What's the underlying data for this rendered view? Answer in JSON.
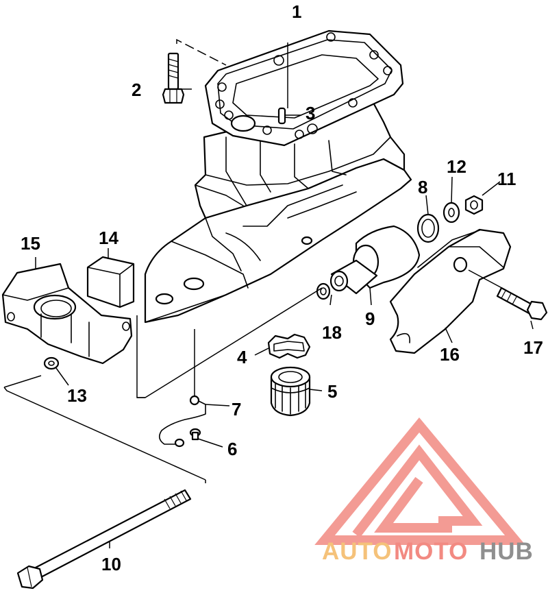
{
  "callouts": [
    {
      "id": "1",
      "label": "1"
    },
    {
      "id": "2",
      "label": "2"
    },
    {
      "id": "3",
      "label": "3"
    },
    {
      "id": "4",
      "label": "4"
    },
    {
      "id": "5",
      "label": "5"
    },
    {
      "id": "6",
      "label": "6"
    },
    {
      "id": "7",
      "label": "7"
    },
    {
      "id": "8",
      "label": "8"
    },
    {
      "id": "9",
      "label": "9"
    },
    {
      "id": "10",
      "label": "10"
    },
    {
      "id": "11",
      "label": "11"
    },
    {
      "id": "12",
      "label": "12"
    },
    {
      "id": "13",
      "label": "13"
    },
    {
      "id": "14",
      "label": "14"
    },
    {
      "id": "15",
      "label": "15"
    },
    {
      "id": "16",
      "label": "16"
    },
    {
      "id": "17",
      "label": "17"
    },
    {
      "id": "18",
      "label": "18"
    }
  ],
  "watermark": {
    "part1": "AUTO",
    "part2": "MOTO",
    "part3": "HUB",
    "color_primary": "#f28a82",
    "color_secondary": "#f5c27a",
    "color_tertiary": "#8f8f8f"
  }
}
